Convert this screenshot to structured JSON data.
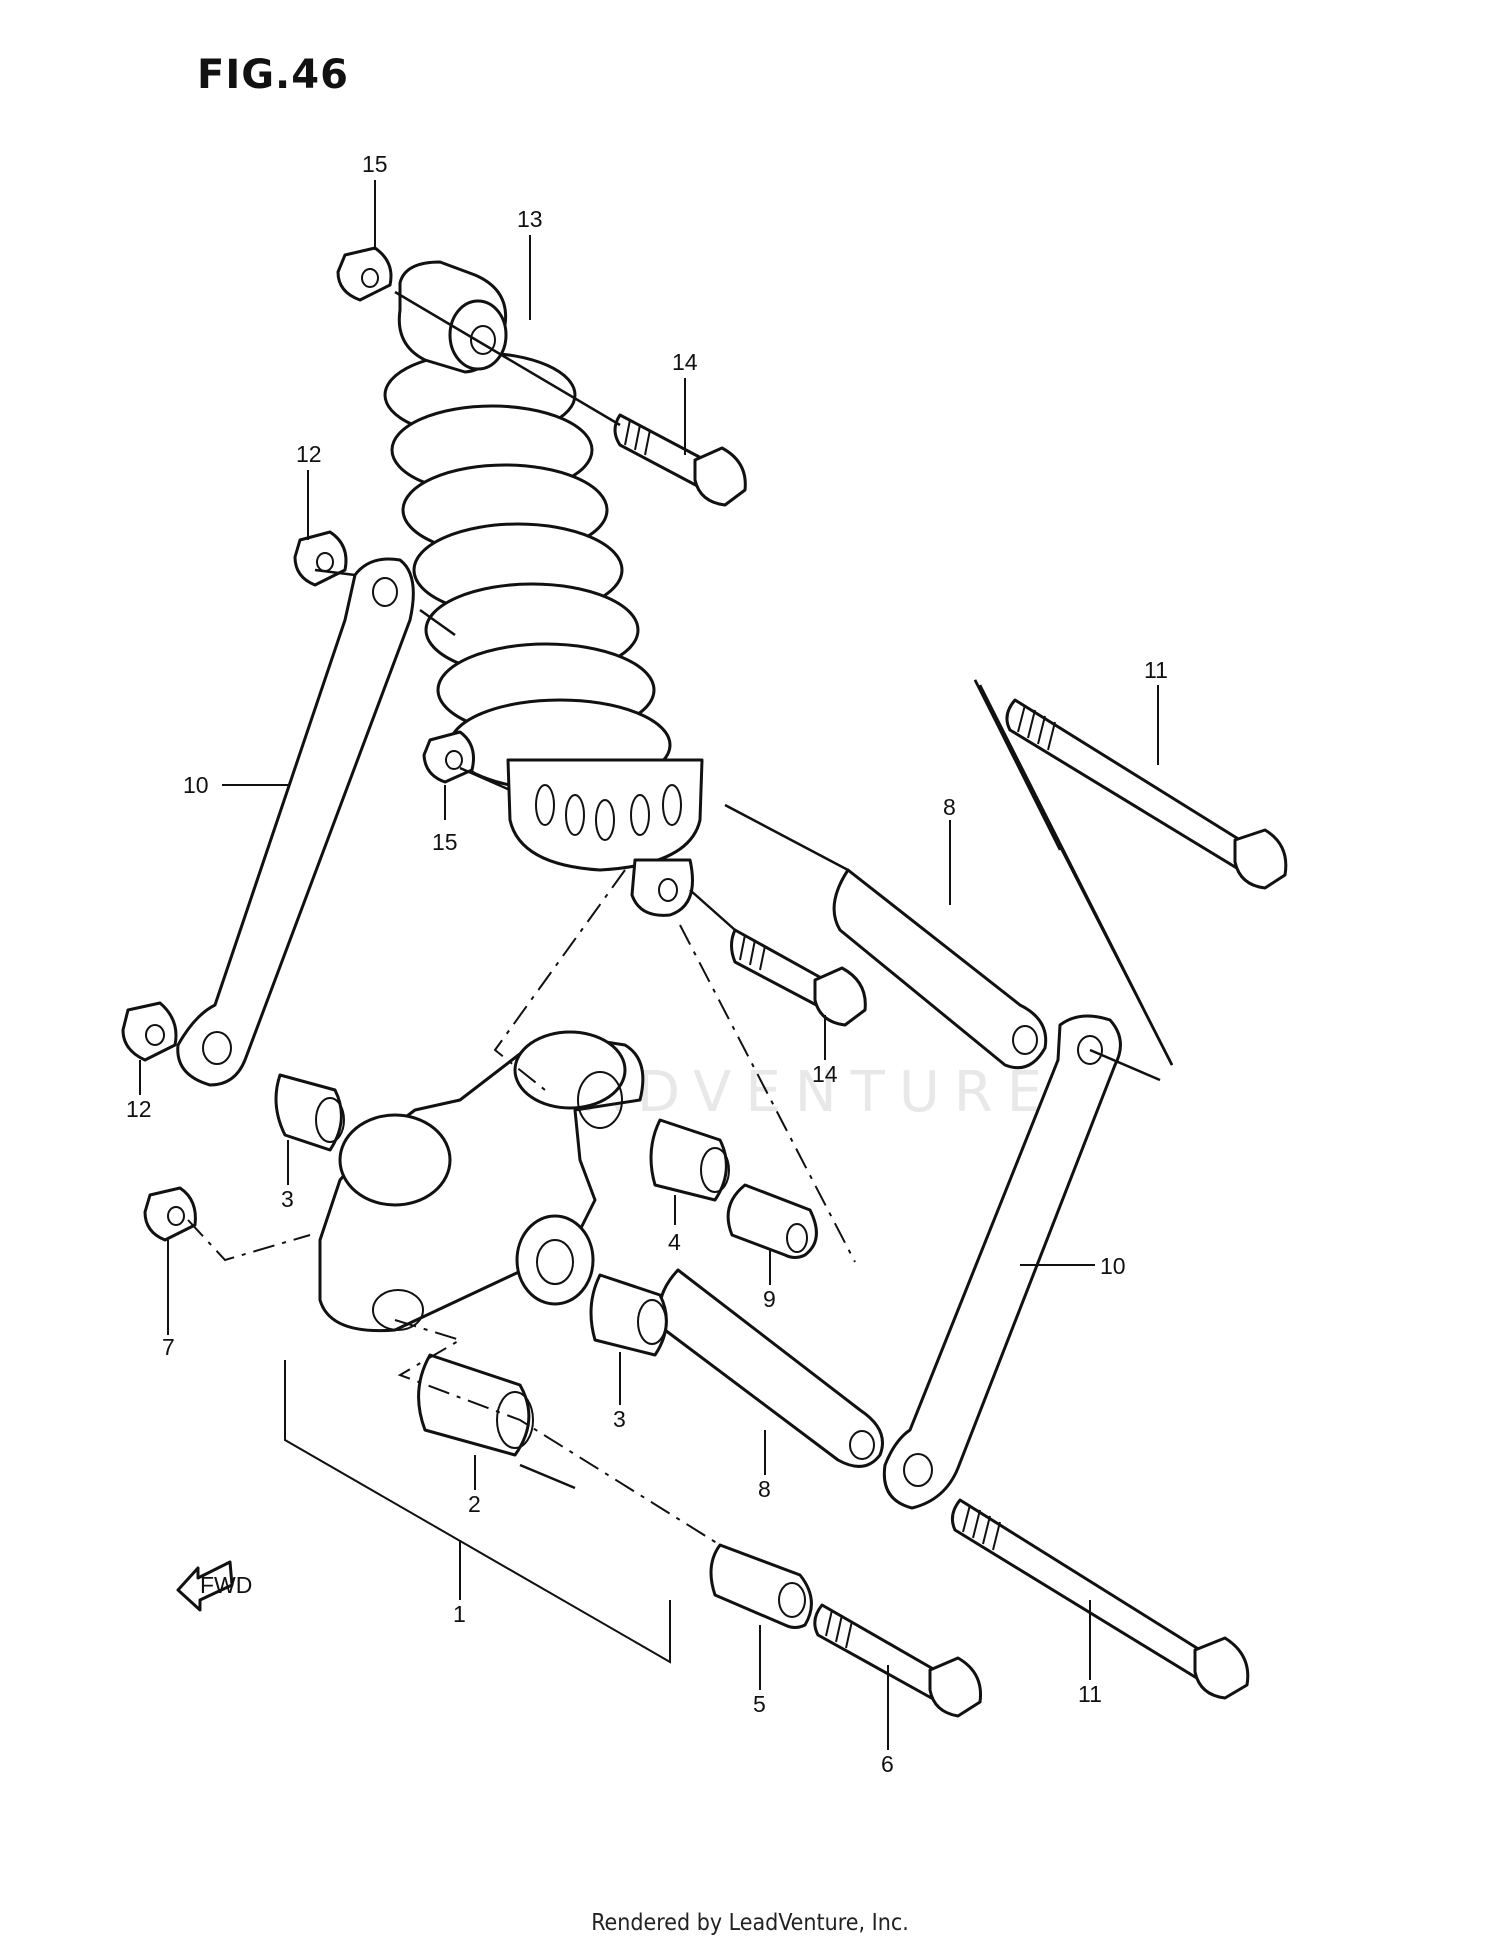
{
  "figure": {
    "title": "FIG.46"
  },
  "watermark": "LEADVENTURE",
  "footer": "Rendered by LeadVenture, Inc.",
  "fwd_label": "FWD",
  "callouts": [
    "1",
    "2",
    "3",
    "3",
    "4",
    "5",
    "6",
    "7",
    "8",
    "8",
    "9",
    "10",
    "10",
    "11",
    "11",
    "12",
    "12",
    "13",
    "14",
    "14",
    "15",
    "15"
  ]
}
